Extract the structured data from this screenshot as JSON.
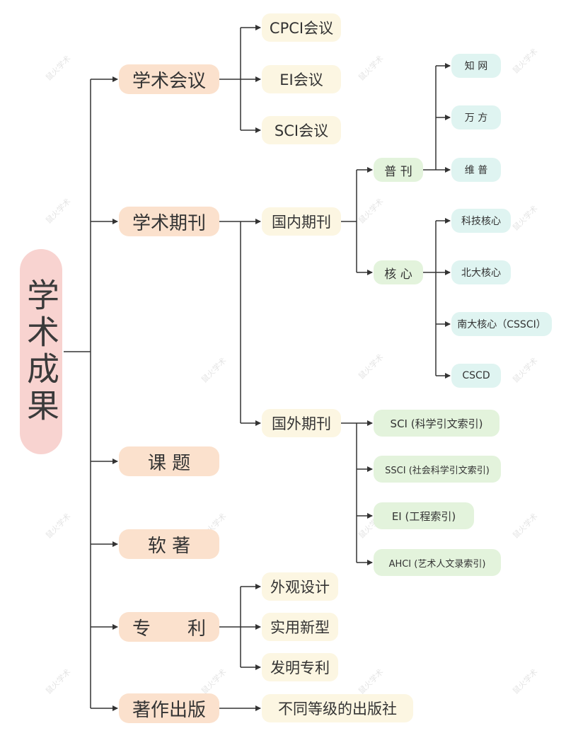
{
  "root": "学术成果",
  "branches": {
    "conference": {
      "label": "学术会议",
      "children": [
        "CPCI会议",
        "EI会议",
        "SCI会议"
      ]
    },
    "journal": {
      "label": "学术期刊",
      "domestic": {
        "label": "国内期刊",
        "general": {
          "label": "普 刊",
          "items": [
            "知 网",
            "万 方",
            "维 普"
          ]
        },
        "core": {
          "label": "核 心",
          "items": [
            "科技核心",
            "北大核心",
            "南大核心（CSSCI）",
            "CSCD"
          ]
        }
      },
      "foreign": {
        "label": "国外期刊",
        "items": [
          "SCI (科学引文索引)",
          "SSCI (社会科学引文索引)",
          "EI (工程索引)",
          "AHCI (艺术人文录索引)"
        ]
      }
    },
    "project": {
      "label": "课 题"
    },
    "software": {
      "label": "软 著"
    },
    "patent": {
      "label": "专　　利",
      "children": [
        "外观设计",
        "实用新型",
        "发明专利"
      ]
    },
    "publication": {
      "label": "著作出版",
      "children": [
        "不同等级的出版社"
      ]
    }
  },
  "watermark": "鼠火学术",
  "colors": {
    "root": "#f8d3d0",
    "level1": "#fbe1cd",
    "level2": "#fcf6e2",
    "level3": "#e3f3dc",
    "level4": "#dff4f1",
    "lines": "#333333"
  }
}
